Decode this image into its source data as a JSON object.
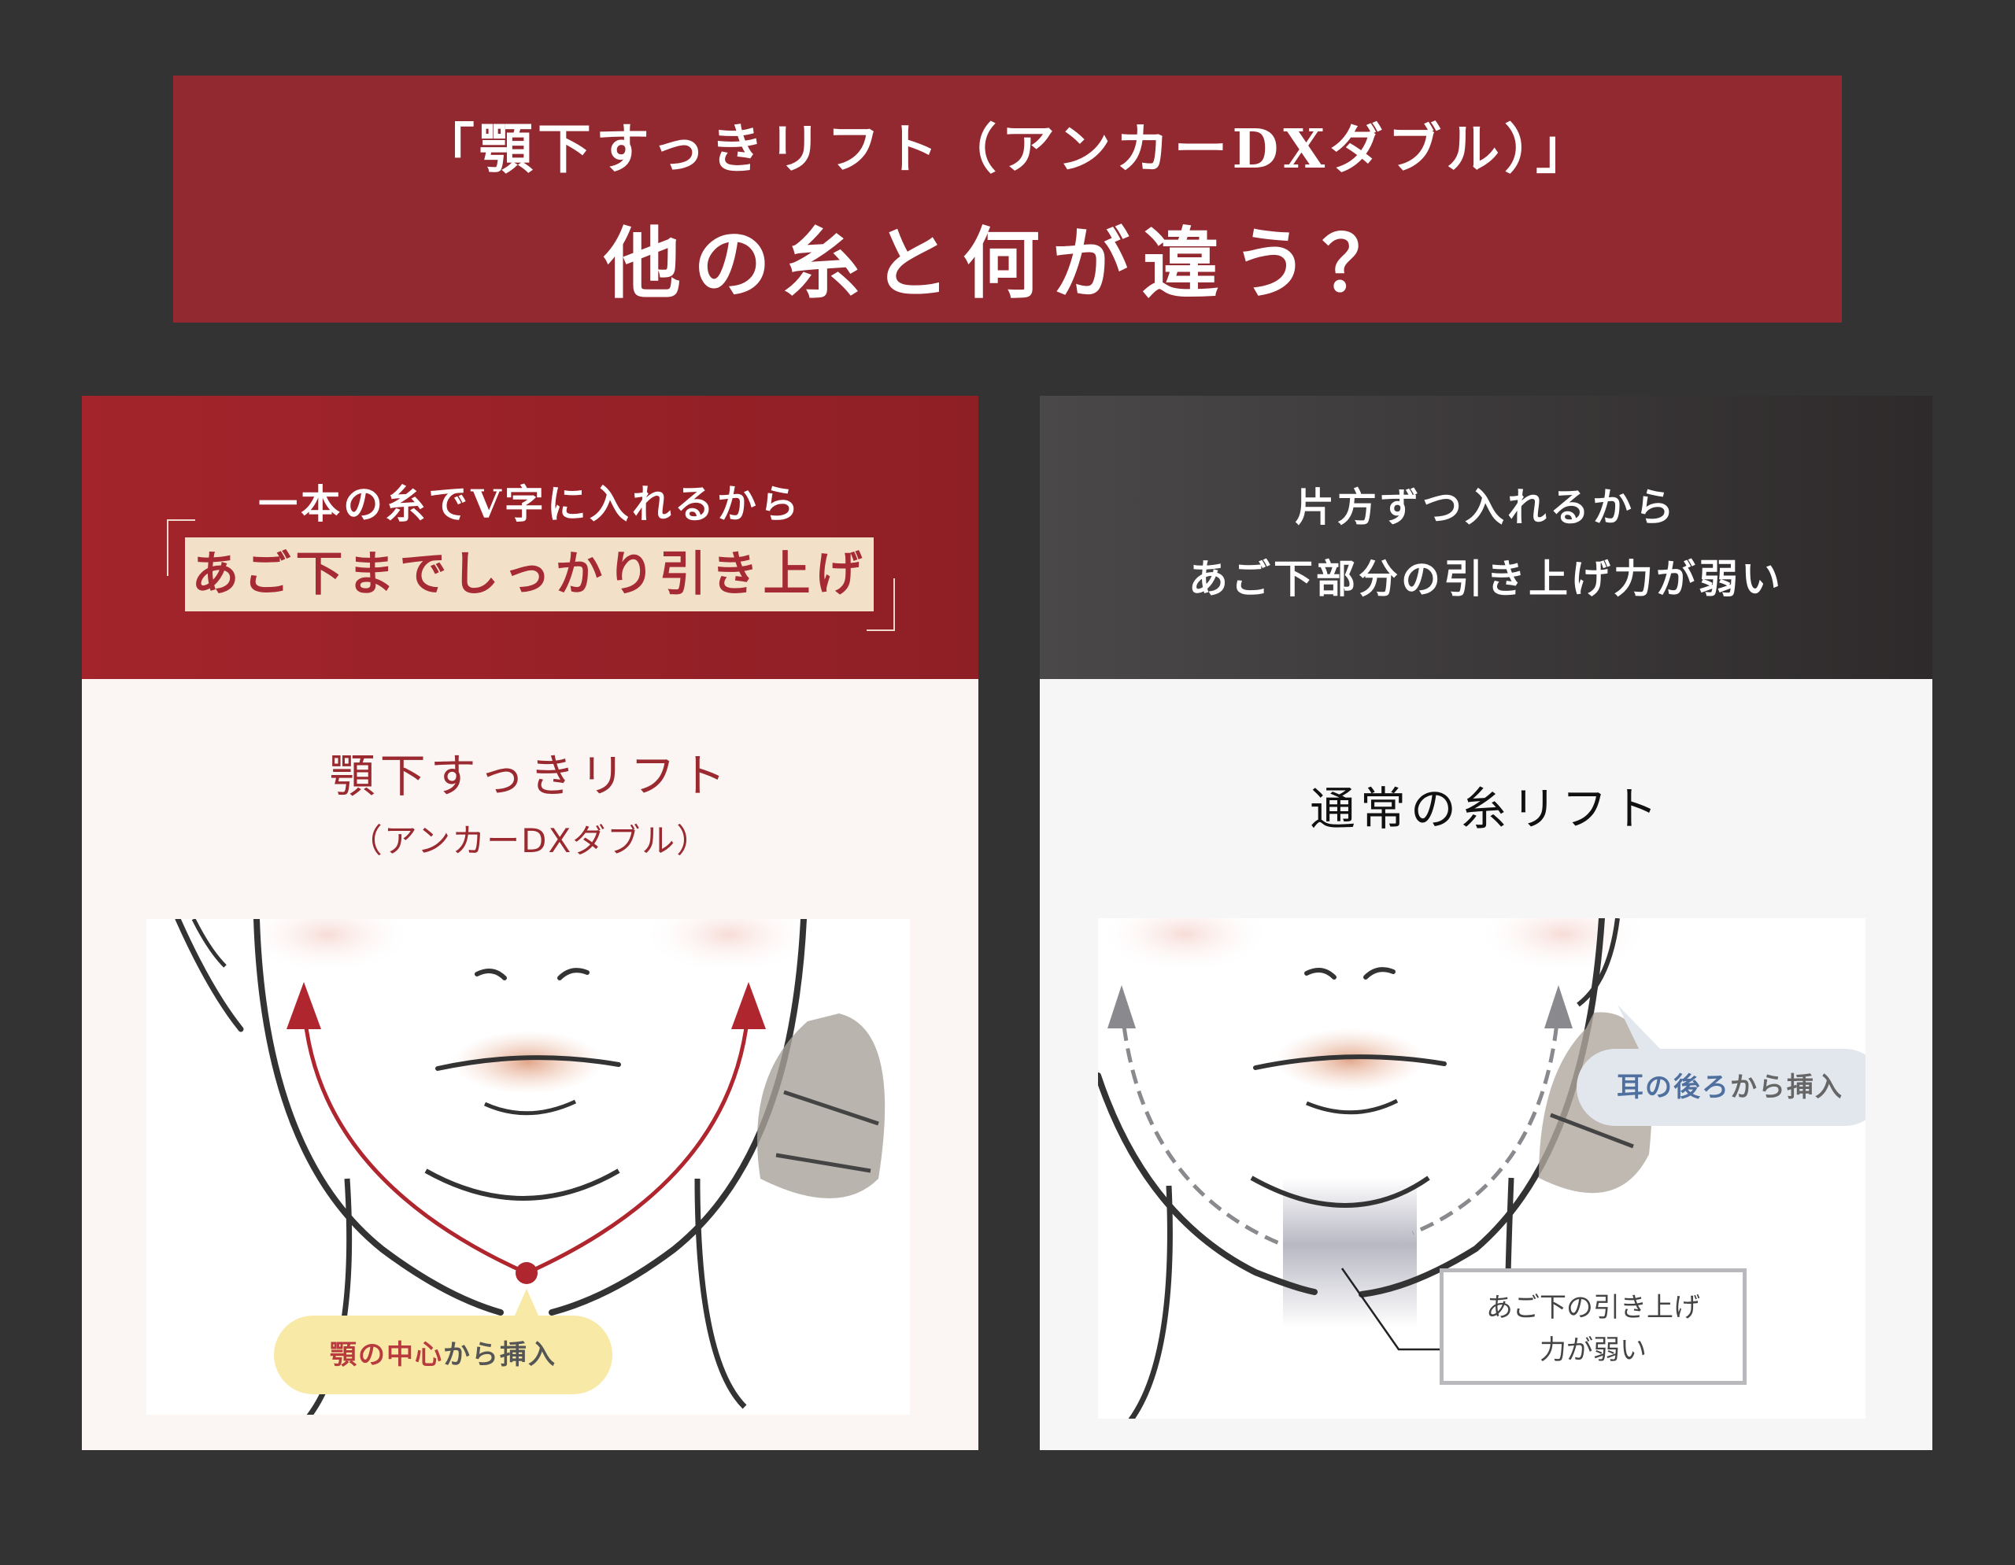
{
  "banner": {
    "subtitle": "「顎下すっきリフト（アンカーDXダブル）」",
    "title": "他の糸と何が違う？",
    "background_color": "#922930"
  },
  "left_panel": {
    "header": {
      "lead": "一本の糸でV字に入れるから",
      "highlight": "あご下までしっかり引き上げ",
      "background_color": "#a3242b",
      "highlight_color": "#f3e0c8"
    },
    "title": "顎下すっきリフト",
    "subtitle": "（アンカーDXダブル）",
    "illustration": {
      "alt": "face-with-v-shaped-thread",
      "bubble": {
        "highlight": "顎の中心",
        "rest": "から挿入"
      },
      "thread_color": "#b0262e"
    }
  },
  "right_panel": {
    "header": {
      "line1": "片方ずつ入れるから",
      "line2": "あご下部分の引き上げ力が弱い",
      "background_color": "#3d3a3b"
    },
    "title": "通常の糸リフト",
    "illustration": {
      "alt": "face-with-separate-threads",
      "bubble": {
        "highlight": "耳の後ろ",
        "rest": "から挿入"
      },
      "callout": {
        "line1": "あご下の引き上げ",
        "line2": "力が弱い"
      },
      "thread_color": "#8a8a8e"
    }
  }
}
